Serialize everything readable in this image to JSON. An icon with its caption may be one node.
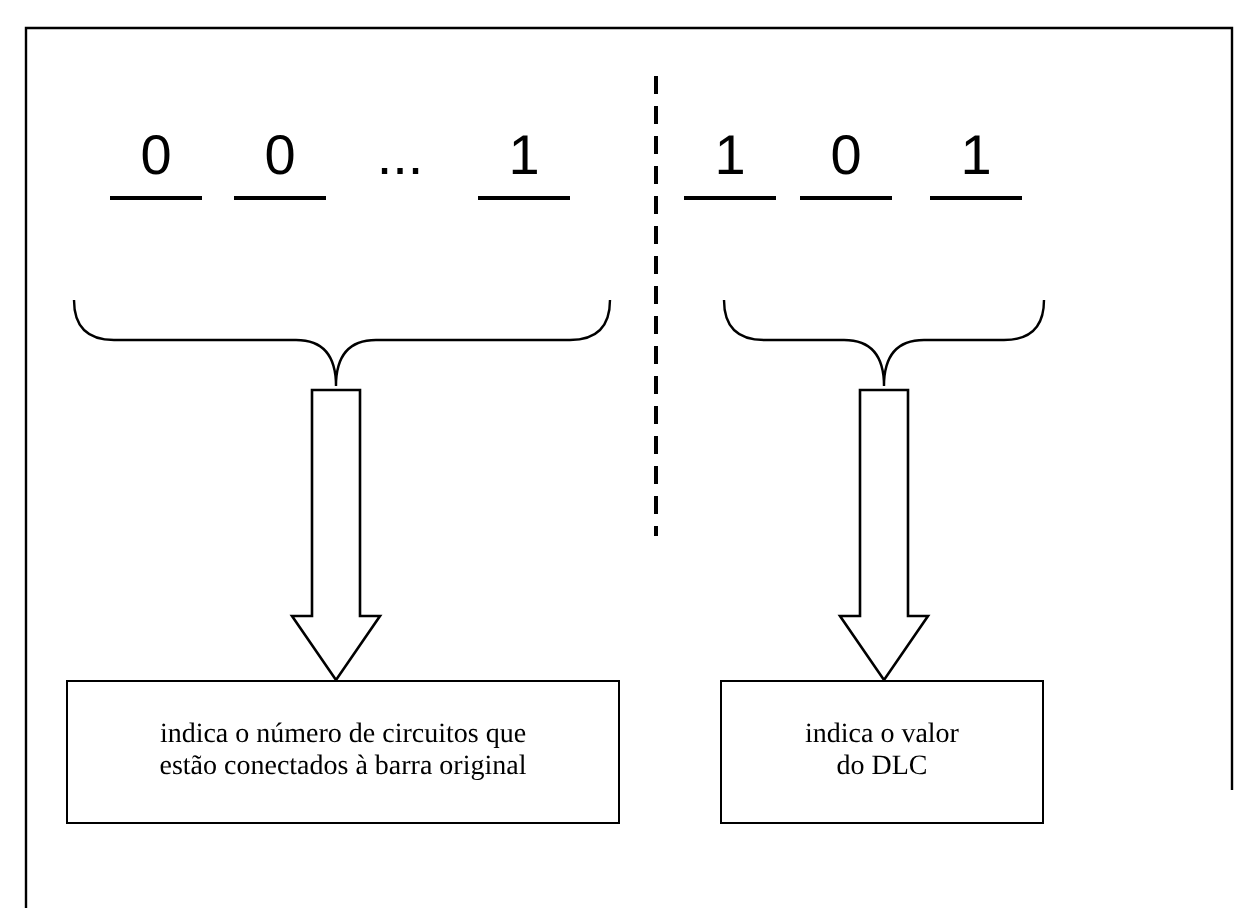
{
  "diagram": {
    "nodes": [
      {
        "text": [
          "0",
          "0",
          "...",
          "1"
        ]
      },
      {
        "text": [
          "1",
          "0",
          "1"
        ]
      },
      {
        "text": [
          "indica o número de circuitos que estão conectados à barra original"
        ]
      },
      {
        "text": [
          "indica o valor do DLC"
        ]
      }
    ],
    "edges": [
      {
        "from": 0,
        "to": 2,
        "arrow": "to"
      },
      {
        "from": 1,
        "to": 3,
        "arrow": "to"
      }
    ]
  }
}
